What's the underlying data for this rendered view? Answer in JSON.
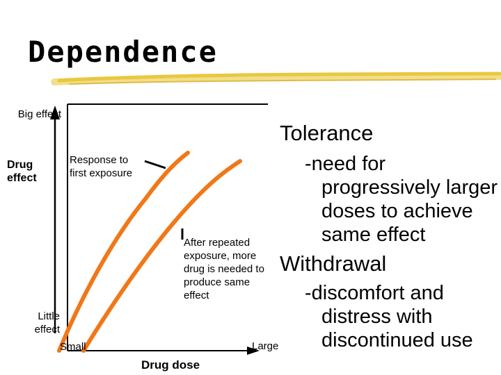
{
  "title": "Dependence",
  "diagram": {
    "y_top_label": "Big effect",
    "y_axis_label": "Drug effect",
    "y_bottom_label": "Little effect",
    "x_left_label": "Small",
    "x_right_label": "Large",
    "x_axis_label": "Drug dose",
    "curve1_label": "Response to first exposure",
    "curve2_label": "After repeated exposure, more drug is needed to produce same effect",
    "curve_color": "#f07818",
    "axis_color": "#000000"
  },
  "side": {
    "tolerance_heading": "Tolerance",
    "tolerance_text": "-need for progressively larger doses to achieve same effect",
    "withdrawal_heading": "Withdrawal",
    "withdrawal_text": "-discomfort and distress with discontinued use"
  },
  "accent": {
    "underline_color": "#e8c840"
  }
}
